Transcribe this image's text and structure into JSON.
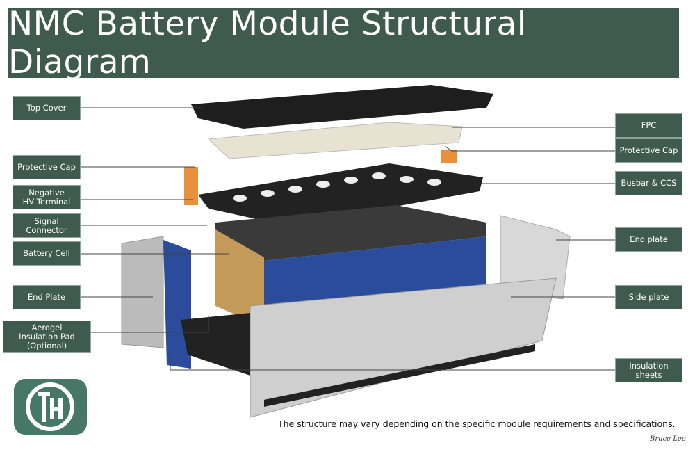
{
  "title": "NMC Battery Module Structural Diagram",
  "labels_left": [
    "Top Cover",
    "Protective Cap",
    "Negative\nHV Terminal",
    "Signal Connector",
    "Battery Cell",
    "End Plate",
    "Aerogel\nInsulation Pad\n(Optional)"
  ],
  "labels_right": [
    "FPC",
    "Protective Cap",
    "Busbar & CCS",
    "End plate",
    "Side plate",
    "Insulation sheets"
  ],
  "note": "The structure may vary depending on the specific module requirements and specifications.",
  "signature": "Bruce Lee",
  "logo": "TH",
  "colors": {
    "label_bg": "#3f5a4e",
    "logo_bg": "#477766",
    "cell_blue": "#2a4c9a",
    "aerogel": "#c49a5a"
  }
}
